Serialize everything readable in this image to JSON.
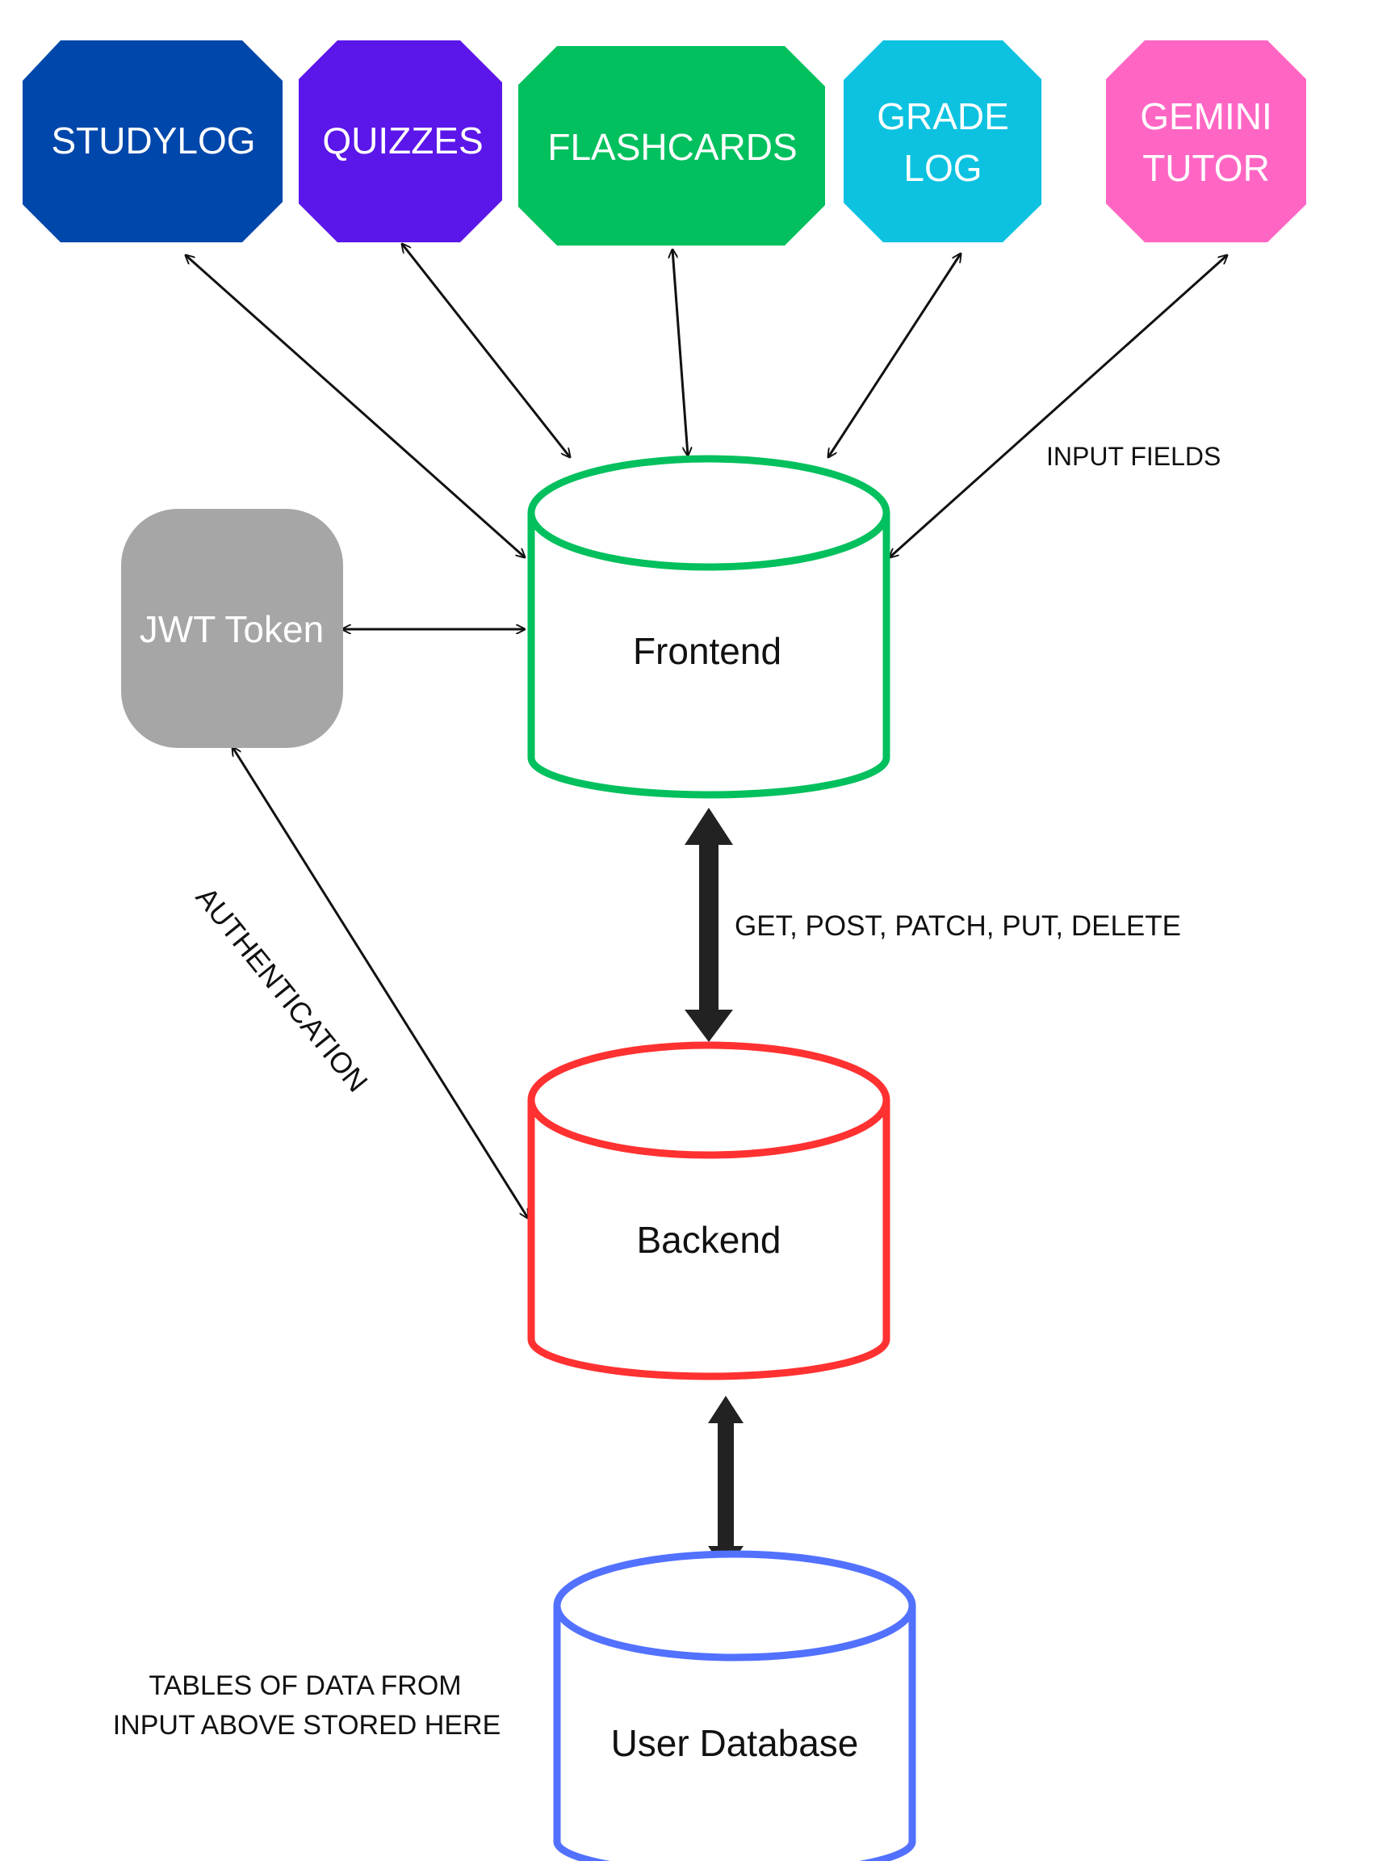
{
  "modules": [
    {
      "id": "studylog",
      "lines": [
        "STUDYLOG"
      ],
      "color": "#0047ab",
      "icon": "octagon"
    },
    {
      "id": "quizzes",
      "lines": [
        "QUIZZES"
      ],
      "color": "#5b16e9",
      "icon": "octagon"
    },
    {
      "id": "flashcards",
      "lines": [
        "FLASHCARDS"
      ],
      "color": "#02c05d",
      "icon": "octagon"
    },
    {
      "id": "gradelog",
      "lines": [
        "GRADE",
        "LOG"
      ],
      "color": "#0cc2e0",
      "icon": "octagon"
    },
    {
      "id": "gemini",
      "lines": [
        "GEMINI",
        "TUTOR"
      ],
      "color": "#ff66c4",
      "icon": "octagon"
    }
  ],
  "nodes": {
    "frontend": {
      "label": "Frontend",
      "color": "#02c05d",
      "icon": "cylinder"
    },
    "backend": {
      "label": "Backend",
      "color": "#ff3131",
      "icon": "cylinder"
    },
    "database": {
      "label": "User Database",
      "color": "#5271ff",
      "icon": "cylinder"
    },
    "jwt": {
      "label": "JWT Token",
      "color": "#a6a6a6",
      "icon": "rounded-rect"
    }
  },
  "labels": {
    "input_fields": "INPUT FIELDS",
    "http_methods": "GET, POST, PATCH, PUT, DELETE",
    "authentication": "AUTHENTICATION",
    "tables_note_line1": "TABLES OF DATA FROM",
    "tables_note_line2": "INPUT ABOVE STORED HERE"
  }
}
